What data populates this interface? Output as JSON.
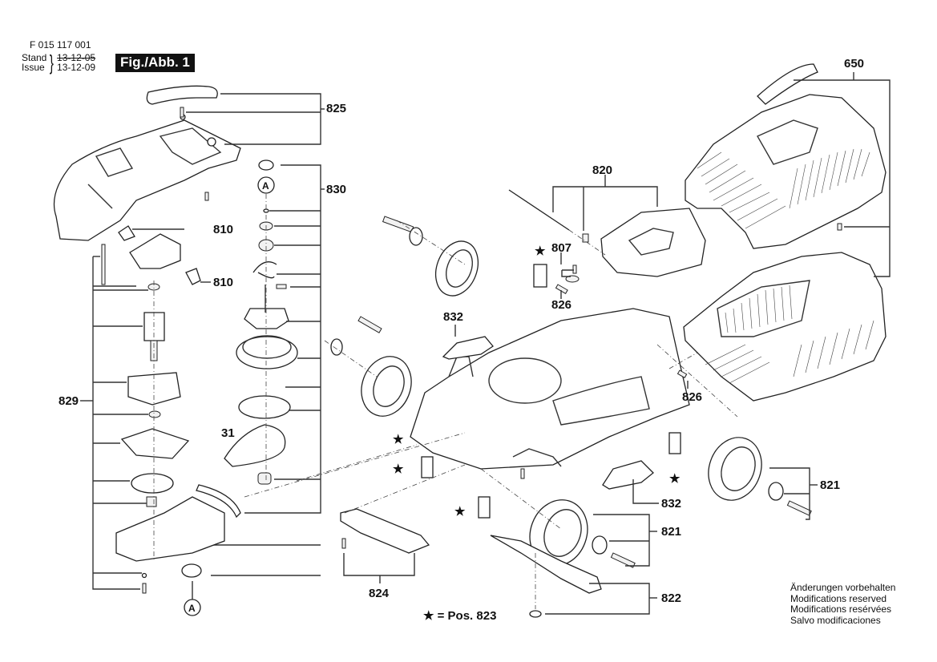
{
  "header": {
    "document_number": "F 015 117 001",
    "stand_label": "Stand",
    "issue_label": "Issue",
    "stand_date_struck": "13-12-05",
    "issue_date": "13-12-09",
    "figure_tag": "Fig./Abb. 1"
  },
  "callouts": {
    "c825": "825",
    "c830": "830",
    "c810a": "810",
    "c810b": "810",
    "c829": "829",
    "c31": "31",
    "c820": "820",
    "c650": "650",
    "c807": "807",
    "c826a": "826",
    "c826b": "826",
    "c832a": "832",
    "c832b": "832",
    "c821a": "821",
    "c821b": "821",
    "c824": "824",
    "c822": "822",
    "markA_top": "A",
    "markA_bottom": "A"
  },
  "legend": {
    "star_symbol": "★",
    "text": "★ = Pos. 823"
  },
  "star_markers": [
    "★",
    "★",
    "★",
    "★",
    "★"
  ],
  "notes": [
    "Änderungen vorbehalten",
    "Modifications reserved",
    "Modifications resérvées",
    "Salvo modificaciones"
  ]
}
